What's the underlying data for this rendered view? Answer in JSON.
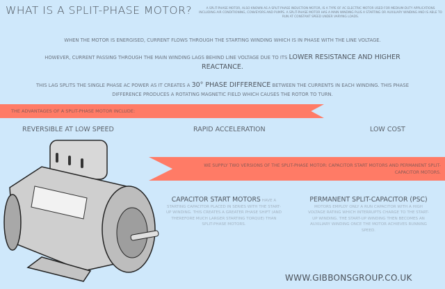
{
  "header": {
    "title": "What is a split-phase motor?",
    "intro": "A split-phase motor, also known as a split-phase induction motor, is a type of AC electric motor used for medium-duty applications including air conditioning, conveyors and pumps. A split-phase motor has a main winding plus a starting or auxiliary winding and is able to run at constant speed under varying loads."
  },
  "body": {
    "p1": "When the motor is energised, current flows through the starting winding which is in phase with the line voltage.",
    "p2_text": "However, current passing through the main winding lags behind line voltage due to its",
    "p2_emphasis": "lower resistance and higher reactance.",
    "p3_text_a": "This lag splits the single phase AC power as it creates a",
    "p3_emphasis": "30° phase difference",
    "p3_text_b": "between the currents in each winding. This phase difference produces a rotating magnetic field which causes the rotor to turn."
  },
  "advantages": {
    "banner": "The advantages of a split-phase motor include:",
    "items": [
      "Reversible at low speed",
      "Rapid acceleration",
      "Low cost"
    ]
  },
  "versions": {
    "banner": "We supply two versions of the split-phase motor: capacitor start motors and permanent split-capacitor motors.",
    "capacitor_start": {
      "heading": "Capacitor start motors",
      "text": "have a starting capacitor placed in series with the start-up winding. This creates a greater phase shift (and therefore much larger starting torque) than split-phase motors."
    },
    "psc": {
      "heading": "Permanent split-capacitor (PSC)",
      "text": "motors employ only a run capacitor with a high voltage rating which interrupts charge to the start-up winding. The start-up winding then becomes an auxiliary winding once the motor achieves running speed."
    }
  },
  "footer": {
    "url": "www.gibbonsgroup.co.uk"
  },
  "colors": {
    "background": "#cfe8fb",
    "banner": "#ff7b66",
    "text": "#6b7480",
    "heading": "#4a5058"
  }
}
